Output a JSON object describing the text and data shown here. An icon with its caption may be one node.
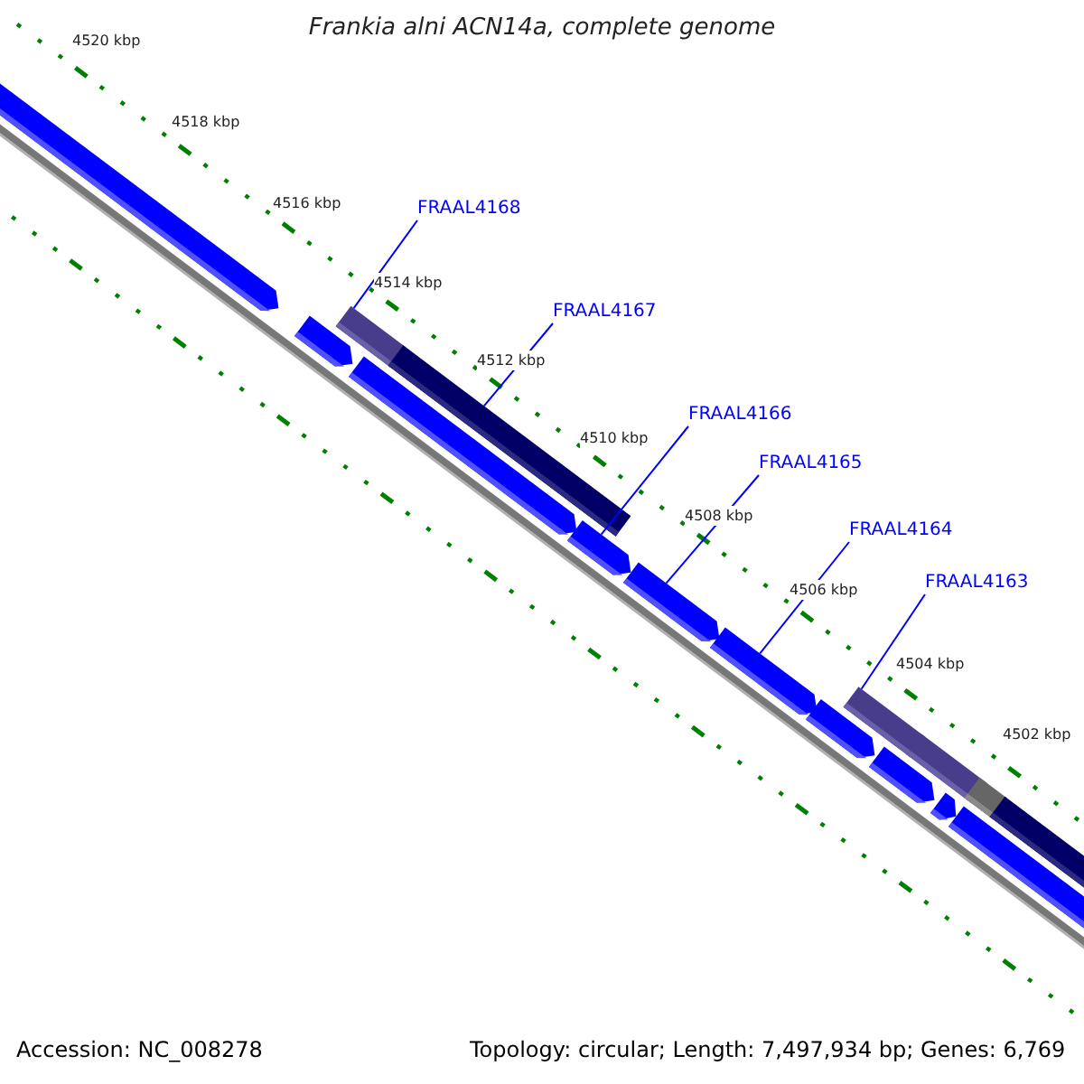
{
  "diagram": {
    "title": "Frankia alni ACN14a, complete genome",
    "nodes": [
      {
        "text": [
          "FRAAL4168"
        ]
      },
      {
        "text": [
          "FRAAL4167"
        ]
      },
      {
        "text": [
          "FRAAL4166"
        ]
      },
      {
        "text": [
          "FRAAL4165"
        ]
      },
      {
        "text": [
          "FRAAL4164"
        ]
      },
      {
        "text": [
          "FRAAL4163"
        ]
      },
      {
        "text": [],
        "shape": "arrow"
      },
      {
        "text": [],
        "shape": "arrow"
      },
      {
        "text": [],
        "shape": "bar"
      },
      {
        "text": [],
        "shape": "arrow"
      },
      {
        "text": [],
        "shape": "bar"
      },
      {
        "text": [],
        "shape": "arrow"
      },
      {
        "text": [],
        "shape": "arrow"
      },
      {
        "text": [],
        "shape": "arrow"
      },
      {
        "text": [],
        "shape": "arrow"
      },
      {
        "text": [],
        "shape": "bar"
      },
      {
        "text": [],
        "shape": "arrow"
      },
      {
        "text": [],
        "shape": "bar"
      },
      {
        "text": [],
        "shape": "arrow"
      },
      {
        "text": [],
        "shape": "bar"
      },
      {
        "text": [],
        "shape": "bar"
      },
      {
        "text": [],
        "shape": "bar"
      }
    ],
    "edges": [
      {
        "from": 0,
        "to": 8,
        "arrow": "none"
      },
      {
        "from": 1,
        "to": 10,
        "arrow": "none"
      },
      {
        "from": 2,
        "to": 11,
        "arrow": "none"
      },
      {
        "from": 3,
        "to": 12,
        "arrow": "none"
      },
      {
        "from": 4,
        "to": 13,
        "arrow": "none"
      },
      {
        "from": 5,
        "to": 15,
        "arrow": "none"
      }
    ],
    "labels": [
      "4520 kbp",
      "4518 kbp",
      "4516 kbp",
      "4514 kbp",
      "4512 kbp",
      "4510 kbp",
      "4508 kbp",
      "4506 kbp",
      "4504 kbp",
      "4502 kbp",
      "Accession: NC_008278",
      "Topology: circular; Length: 7,497,934 bp; Genes: 6,769"
    ]
  }
}
